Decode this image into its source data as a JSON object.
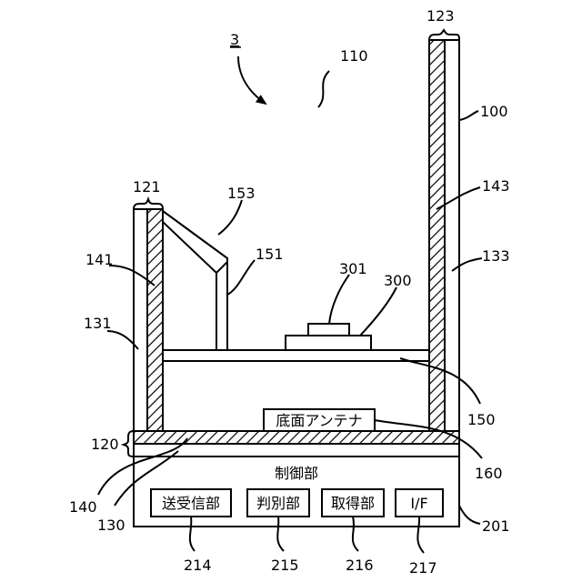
{
  "figure_number": "3",
  "reference_numerals": {
    "n100": "100",
    "n110": "110",
    "n120": "120",
    "n121": "121",
    "n123": "123",
    "n130": "130",
    "n131": "131",
    "n133": "133",
    "n140": "140",
    "n141": "141",
    "n143": "143",
    "n150": "150",
    "n151": "151",
    "n153": "153",
    "n160": "160",
    "n201": "201",
    "n214": "214",
    "n215": "215",
    "n216": "216",
    "n217": "217",
    "n300": "300",
    "n301": "301"
  },
  "bottom_antenna_label": "底面アンテナ",
  "control_unit": {
    "title": "制御部",
    "blocks": [
      "送受信部",
      "判別部",
      "取得部",
      "I/F"
    ]
  }
}
